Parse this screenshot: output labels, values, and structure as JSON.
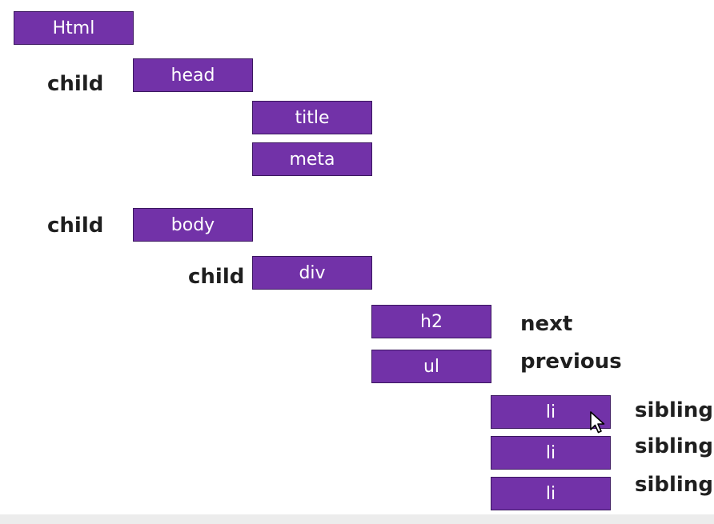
{
  "nodes": {
    "html": "Html",
    "head": "head",
    "title": "title",
    "meta": "meta",
    "body": "body",
    "div": "div",
    "h2": "h2",
    "ul": "ul",
    "li1": "li",
    "li2": "li",
    "li3": "li"
  },
  "labels": {
    "head_child": "child",
    "body_child": "child",
    "div_child": "child",
    "next": "next",
    "previous": "previous",
    "sibling1": "sibling",
    "sibling2": "sibling",
    "sibling3": "sibling"
  },
  "colors": {
    "node_fill": "#7232a8",
    "node_border": "#3b1760",
    "node_text": "#ffffff",
    "label_text": "#1f1f1f"
  },
  "icons": {
    "cursor": "mouse-pointer-icon"
  }
}
